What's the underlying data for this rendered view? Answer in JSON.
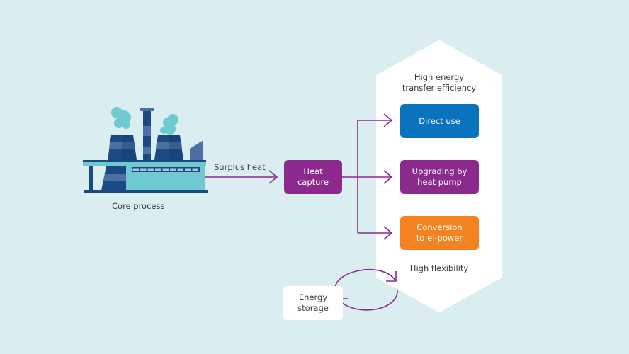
{
  "colors": {
    "background": "#daeef2",
    "panel": "#ffffff",
    "arrow": "#8b2a8c",
    "direct_use": "#0b72be",
    "heat_pump": "#8b2a8c",
    "el_power": "#f58220",
    "heat_capture": "#8b2a8c",
    "factory_dark": "#1b4a82",
    "factory_mid": "#4e6fa3",
    "factory_teal": "#6fcad0",
    "smoke": "#6fcad0"
  },
  "factory": {
    "label": "Core process",
    "icon": "factory-icon"
  },
  "surplus_heat_label": "Surplus heat",
  "heat_capture": {
    "line1": "Heat",
    "line2": "capture"
  },
  "panel": {
    "top_line1": "High energy",
    "top_line2": "transfer efficiency",
    "bottom_label": "High flexibility"
  },
  "outputs": [
    {
      "line1": "Direct use",
      "line2": ""
    },
    {
      "line1": "Upgrading by",
      "line2": "heat pump"
    },
    {
      "line1": "Conversion",
      "line2": "to el-power"
    }
  ],
  "energy_storage": {
    "line1": "Energy",
    "line2": "storage"
  }
}
